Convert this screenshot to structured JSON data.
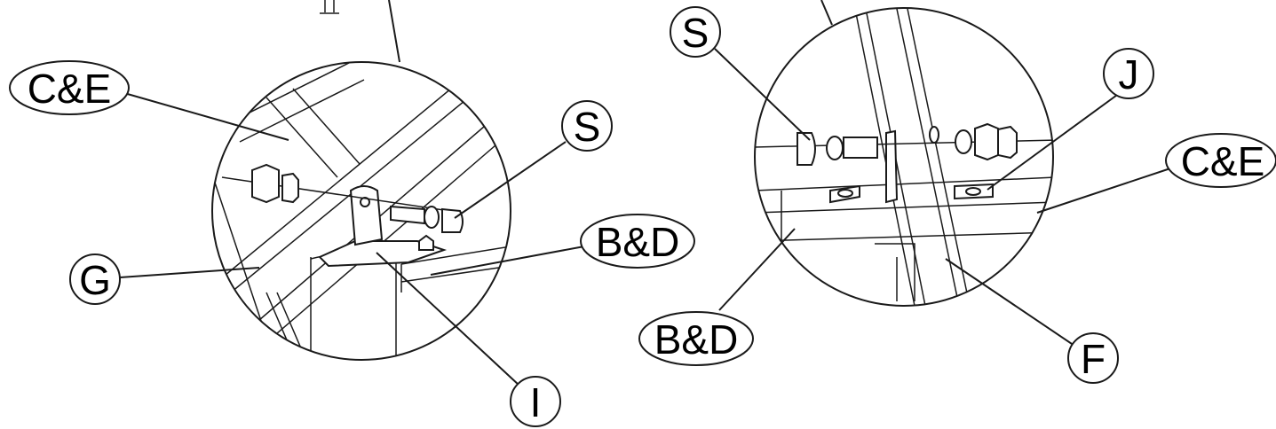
{
  "left_detail": {
    "callouts": [
      {
        "id": "ce",
        "text": "C&E"
      },
      {
        "id": "s",
        "text": "S"
      },
      {
        "id": "bd",
        "text": "B&D"
      },
      {
        "id": "g",
        "text": "G"
      },
      {
        "id": "i",
        "text": "I"
      }
    ]
  },
  "right_detail": {
    "callouts": [
      {
        "id": "s",
        "text": "S"
      },
      {
        "id": "j",
        "text": "J"
      },
      {
        "id": "ce",
        "text": "C&E"
      },
      {
        "id": "bd",
        "text": "B&D"
      },
      {
        "id": "f",
        "text": "F"
      }
    ]
  }
}
